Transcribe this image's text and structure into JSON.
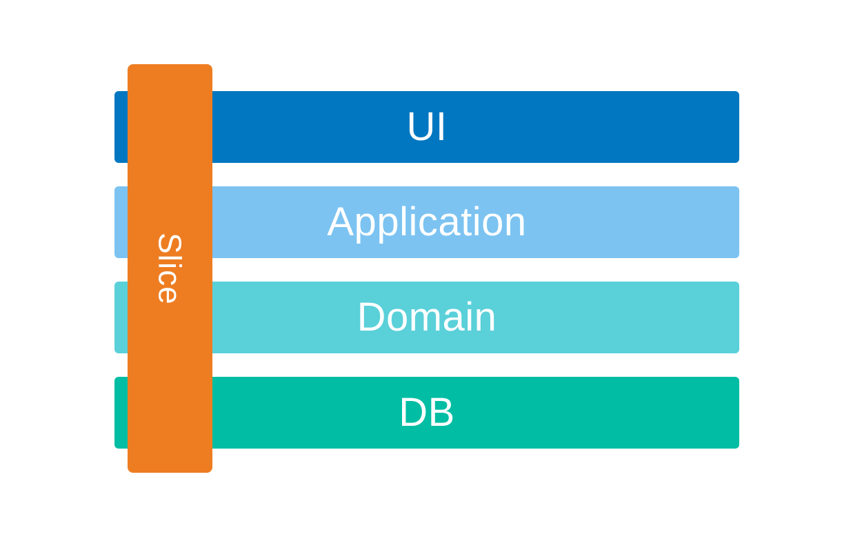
{
  "diagram": {
    "type": "layered-architecture-with-vertical-slice",
    "background_color": "#ffffff",
    "label_text_color": "#ffffff",
    "layers": [
      {
        "label": "UI",
        "color": "#0077c0"
      },
      {
        "label": "Application",
        "color": "#7cc3f1"
      },
      {
        "label": "Domain",
        "color": "#5ad0d9"
      },
      {
        "label": "DB",
        "color": "#00bda3"
      }
    ],
    "slice": {
      "label": "Slice",
      "color": "#ee7d22",
      "orientation": "vertical"
    }
  }
}
